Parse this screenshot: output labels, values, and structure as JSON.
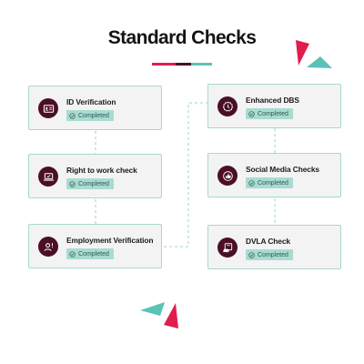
{
  "title": "Standard Checks",
  "colors": {
    "accent_red": "#e01e4c",
    "accent_teal": "#5cc2b8",
    "accent_maroon": "#4a0f26",
    "badge_bg": "#a9dbd1",
    "card_border": "#a8d8cf",
    "card_bg": "#f3f3f3"
  },
  "status_label": "Completed",
  "checks": [
    {
      "label": "ID Verification",
      "status": "Completed",
      "icon": "id-card-icon"
    },
    {
      "label": "Right to work check",
      "status": "Completed",
      "icon": "laptop-check-icon"
    },
    {
      "label": "Employment Verification",
      "status": "Completed",
      "icon": "person-alert-icon"
    },
    {
      "label": "Enhanced DBS",
      "status": "Completed",
      "icon": "clock-shield-icon"
    },
    {
      "label": "Social Media Checks",
      "status": "Completed",
      "icon": "like-chat-icon"
    },
    {
      "label": "DVLA Check",
      "status": "Completed",
      "icon": "car-document-icon"
    }
  ]
}
